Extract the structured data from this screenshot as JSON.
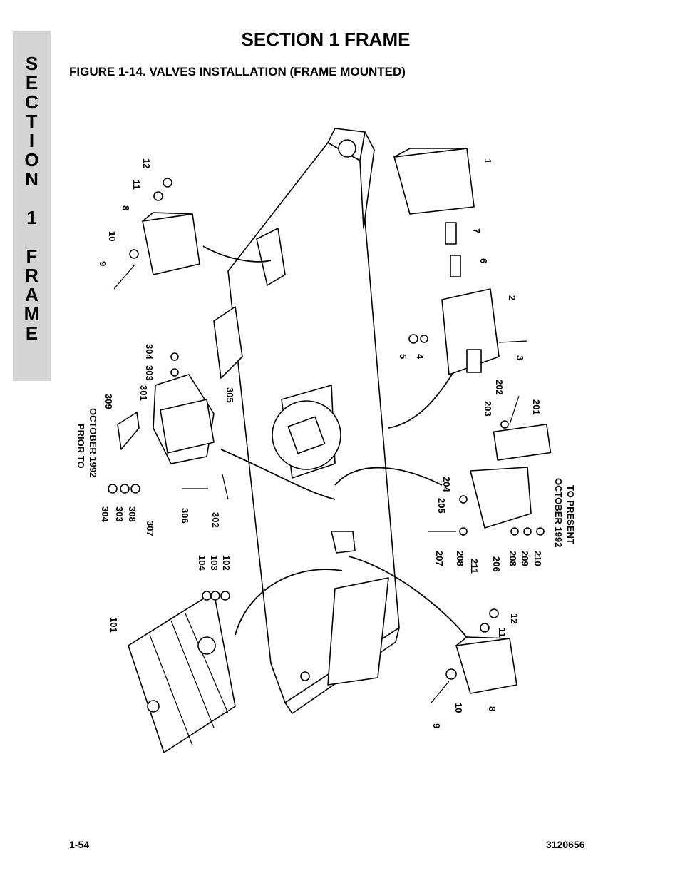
{
  "header": {
    "section_title": "SECTION 1  FRAME",
    "figure_caption": "FIGURE 1-14.  VALVES INSTALLATION (FRAME MOUNTED)"
  },
  "side_tab": {
    "letters": [
      "S",
      "E",
      "C",
      "T",
      "I",
      "O",
      "N",
      "",
      "1",
      "",
      "F",
      "R",
      "A",
      "M",
      "E"
    ]
  },
  "diagram": {
    "notes": {
      "prior_line1": "PRIOR TO",
      "prior_line2": "OCTOBER 1992",
      "present_line1": "OCTOBER 1992",
      "present_line2": "TO PRESENT"
    },
    "callouts": {
      "c1": "1",
      "c2": "2",
      "c3": "3",
      "c4": "4",
      "c5": "5",
      "c6": "6",
      "c7": "7",
      "c8a": "8",
      "c9a": "9",
      "c10a": "10",
      "c11a": "11",
      "c12a": "12",
      "c8b": "8",
      "c9b": "9",
      "c10b": "10",
      "c11b": "11",
      "c12b": "12",
      "c101": "101",
      "c102": "102",
      "c103": "103",
      "c104": "104",
      "c201": "201",
      "c202": "202",
      "c203": "203",
      "c204": "204",
      "c205": "205",
      "c206": "206",
      "c207": "207",
      "c208a": "208",
      "c208b": "208",
      "c209": "209",
      "c210": "210",
      "c211": "211",
      "c301": "301",
      "c302": "302",
      "c303a": "303",
      "c303b": "303",
      "c304a": "304",
      "c304b": "304",
      "c305": "305",
      "c306": "306",
      "c307": "307",
      "c308": "308",
      "c309": "309"
    }
  },
  "footer": {
    "page_number": "1-54",
    "document_number": "3120656"
  }
}
